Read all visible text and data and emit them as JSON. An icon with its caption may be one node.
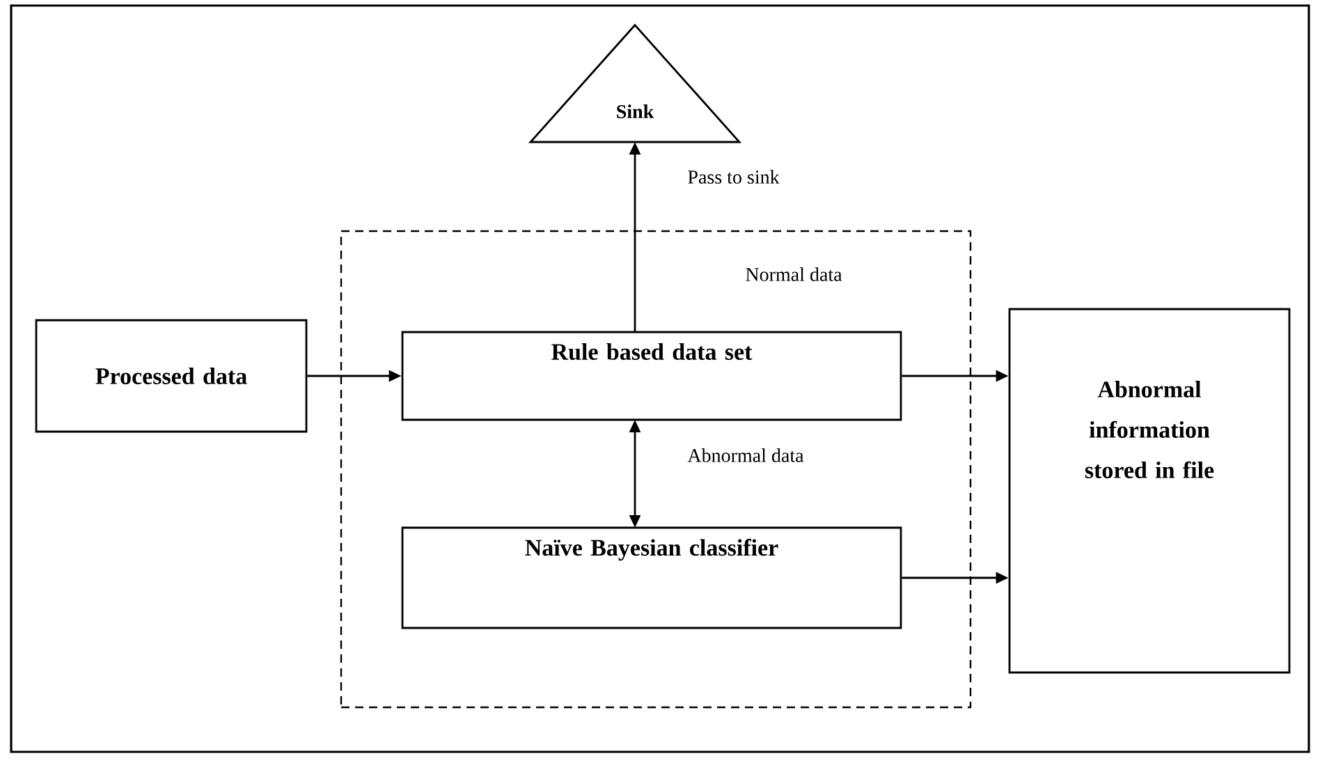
{
  "diagram": {
    "nodes": [
      {
        "text": [
          "Sink"
        ]
      },
      {
        "text": [],
        "shape": "box"
      },
      {
        "text": [
          "Processed data"
        ]
      },
      {
        "text": [
          "Rule based data set"
        ],
        "in": 1
      },
      {
        "text": [
          "Naïve Bayesian classifier"
        ],
        "in": 1
      },
      {
        "text": [
          "Abnormal information stored in file"
        ]
      }
    ],
    "edges": [
      {
        "from": 2,
        "to": 3,
        "arrow": "to"
      },
      {
        "from": 3,
        "to": 0,
        "arrow": "to",
        "label": "Pass to sink"
      },
      {
        "from": 3,
        "to": 4,
        "arrow": "both",
        "label": "Abnormal data"
      },
      {
        "from": 3,
        "to": 5,
        "arrow": "to"
      },
      {
        "from": 4,
        "to": 5,
        "arrow": "to"
      }
    ],
    "labels": [
      "Normal data"
    ]
  }
}
